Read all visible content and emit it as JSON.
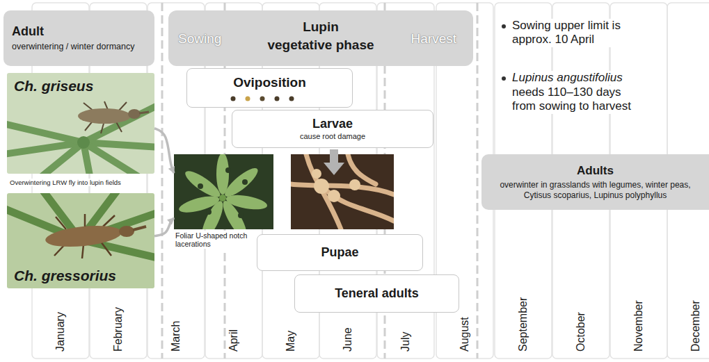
{
  "diagram": {
    "nodes": [
      {
        "text": [
          "Adult",
          "overwintering / winter dormancy"
        ]
      },
      {
        "text": [
          "Sowing",
          "Lupin",
          "vegetative phase",
          "Harvest"
        ]
      },
      {
        "text": [
          "Ch. griseus"
        ]
      },
      {
        "text": [
          "Oviposition"
        ]
      },
      {
        "text": [
          "Larvae",
          "cause root damage"
        ]
      },
      {
        "text": [
          "Foliar U-shaped notch lacerations"
        ]
      },
      {
        "text": [
          "Pupae"
        ]
      },
      {
        "text": [
          "Teneral adults"
        ]
      },
      {
        "text": [
          "Ch. gressorius"
        ]
      },
      {
        "text": [
          "Adults",
          "overwinter in grasslands with legumes, winter peas, Cytisus scoparius, Lupinus polyphyllus"
        ]
      }
    ],
    "edges": [
      {
        "from": 2,
        "to": 5,
        "arrow": "to"
      },
      {
        "from": 8,
        "to": 5,
        "arrow": "to"
      }
    ],
    "labels": [
      "Overwintering LRW fly into lupin fields",
      "Sowing upper limit is approx. 10 April",
      "Lupinus angustifolius",
      "needs 110–130 days from sowing to harvest",
      "January",
      "February",
      "March",
      "April",
      "May",
      "June",
      "July",
      "August",
      "September",
      "October",
      "November",
      "December"
    ]
  }
}
